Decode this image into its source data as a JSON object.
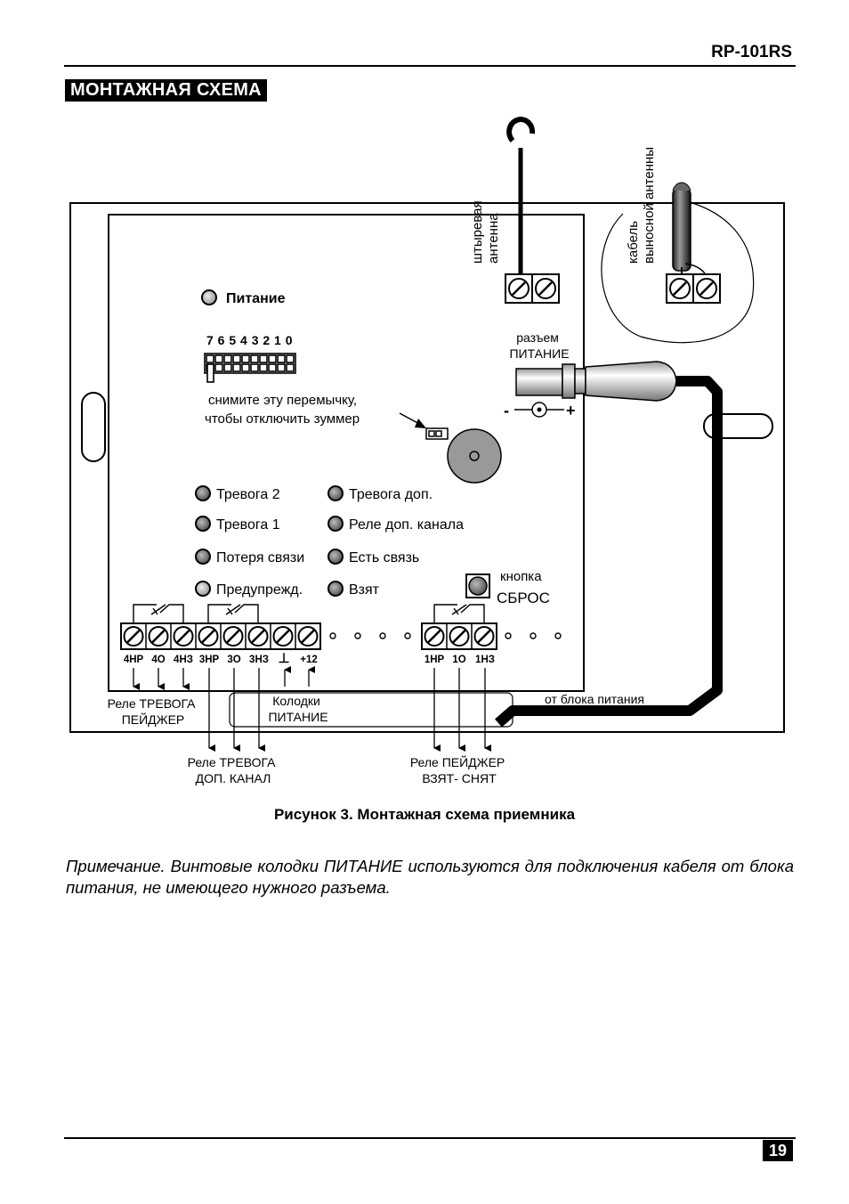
{
  "header": {
    "model": "RP-101RS"
  },
  "section_title": "МОНТАЖНАЯ СХЕМА",
  "diagram": {
    "power_led": "Питание",
    "jumper_numbers": "7 6 5 4 3 2 1 0",
    "jumper_note_line1": "снимите эту перемычку,",
    "jumper_note_line2": "чтобы отключить зуммер",
    "antenna_whip_line1": "штыревая",
    "antenna_whip_line2": "антенна",
    "antenna_ext_line1": "кабель",
    "antenna_ext_line2": "выносной антенны",
    "power_connector_line1": "разъем",
    "power_connector_line2": "ПИТАНИЕ",
    "polarity_minus": "-",
    "polarity_plus": "+",
    "leds_left": [
      "Тревога 2",
      "Тревога 1",
      "Потеря связи",
      "Предупрежд."
    ],
    "leds_right": [
      "Тревога доп.",
      "Реле доп. канала",
      "Есть связь",
      "Взят"
    ],
    "reset_line1": "кнопка",
    "reset_line2": "СБРОС",
    "terminals_left": [
      "4НР",
      "4О",
      "4НЗ",
      "3НР",
      "3О",
      "3НЗ",
      "⊥",
      "+12"
    ],
    "terminals_right": [
      "1НР",
      "1О",
      "1НЗ"
    ],
    "relay_alarm_pager_line1": "Реле ТРЕВОГА",
    "relay_alarm_pager_line2": "ПЕЙДЖЕР",
    "power_blocks_line1": "Колодки",
    "power_blocks_line2": "ПИТАНИЕ",
    "from_psu": "от блока питания",
    "relay_alarm_aux_line1": "Реле ТРЕВОГА",
    "relay_alarm_aux_line2": "ДОП. КАНАЛ",
    "relay_pager_line1": "Реле ПЕЙДЖЕР",
    "relay_pager_line2": "ВЗЯТ- СНЯТ"
  },
  "figure_caption": "Рисунок 3. Монтажная схема приемника",
  "note": "Примечание. Винтовые колодки ПИТАНИЕ используются для подключения кабеля от блока питания, не имеющего нужного разъема.",
  "footer": {
    "page_number": "19"
  }
}
